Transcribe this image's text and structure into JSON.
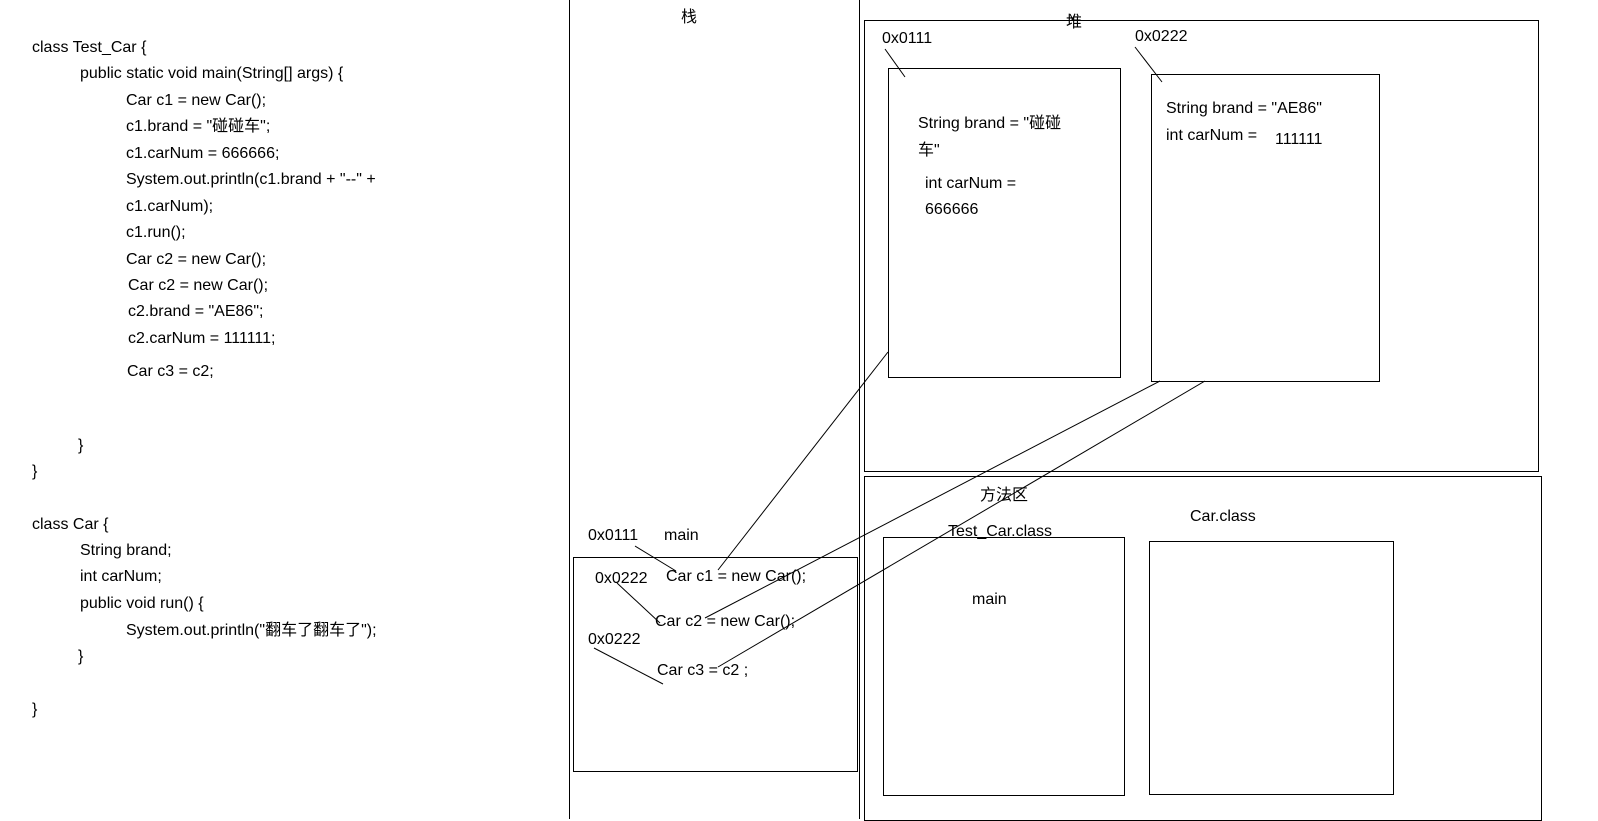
{
  "code": {
    "lines": [
      "class Test_Car {",
      "public static void main(String[] args) {",
      "Car c1 = new Car();",
      "c1.brand = \"碰碰车\";",
      "c1.carNum = 666666;",
      "System.out.println(c1.brand + \"--\" +",
      "c1.carNum);",
      "c1.run();",
      "Car c2 = new Car();",
      "Car c2 = new Car();",
      "c2.brand = \"AE86\";",
      "c2.carNum = 111111;",
      "Car c3 = c2;",
      "}",
      "}",
      "class Car {",
      "String brand;",
      "int carNum;",
      "public void run() {",
      "System.out.println(\"翻车了翻车了\");",
      "}",
      "}"
    ]
  },
  "stack": {
    "title": "栈",
    "frame_addr": "0x0111",
    "frame_label": "main",
    "rows": [
      {
        "addr": "0x0222",
        "text": "Car c1 = new Car();"
      },
      {
        "addr": "",
        "text": "Car c2 = new Car();"
      },
      {
        "addr": "0x0222",
        "text": "Car c3 = c2 ;"
      }
    ]
  },
  "heap": {
    "title": "堆",
    "obj1": {
      "addr": "0x0111",
      "brand_line1": "String brand = \"碰碰",
      "brand_line2": "车\"",
      "num_line1": "int carNum =",
      "num_line2": "666666"
    },
    "obj2": {
      "addr": "0x0222",
      "brand": "String brand = \"AE86\"",
      "num_label": "int carNum =",
      "num_value": "111111"
    }
  },
  "method_area": {
    "title": "方法区",
    "class1": {
      "name": "Test_Car.class",
      "method": "main"
    },
    "class2": {
      "name": "Car.class"
    }
  }
}
